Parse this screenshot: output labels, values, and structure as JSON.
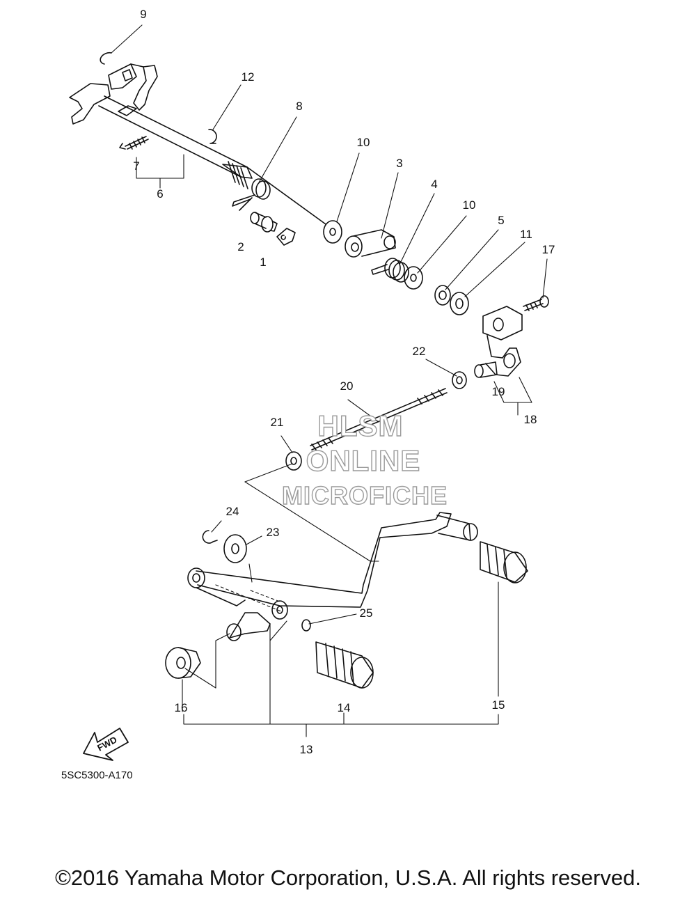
{
  "diagram": {
    "callouts": [
      "9",
      "12",
      "8",
      "10",
      "3",
      "4",
      "10",
      "5",
      "11",
      "17",
      "7",
      "6",
      "2",
      "1",
      "22",
      "20",
      "19",
      "18",
      "21",
      "24",
      "23",
      "25",
      "16",
      "14",
      "15",
      "13"
    ],
    "fwd_label": "FWD",
    "drawing_code": "5SC5300-A170"
  },
  "watermark": {
    "line1": "HLSM",
    "line2": "ONLINE",
    "line3": "MICROFICHE"
  },
  "copyright": "©2016 Yamaha Motor Corporation, U.S.A. All rights reserved."
}
